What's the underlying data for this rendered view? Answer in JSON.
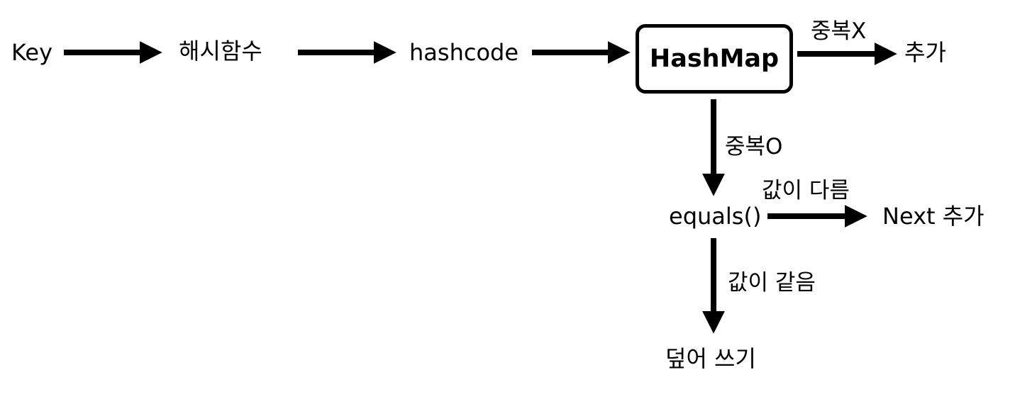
{
  "nodes": {
    "key": "Key",
    "hash_function": "해시함수",
    "hashcode": "hashcode",
    "hashmap": "HashMap",
    "add": "추가",
    "equals": "equals()",
    "next_add": "Next 추가",
    "overwrite": "덮어 쓰기"
  },
  "edges": {
    "no_duplicate": "중복X",
    "duplicate": "중복O",
    "value_different": "값이 다름",
    "value_same": "값이 같음"
  },
  "colors": {
    "stroke": "#000000",
    "background": "#ffffff"
  }
}
